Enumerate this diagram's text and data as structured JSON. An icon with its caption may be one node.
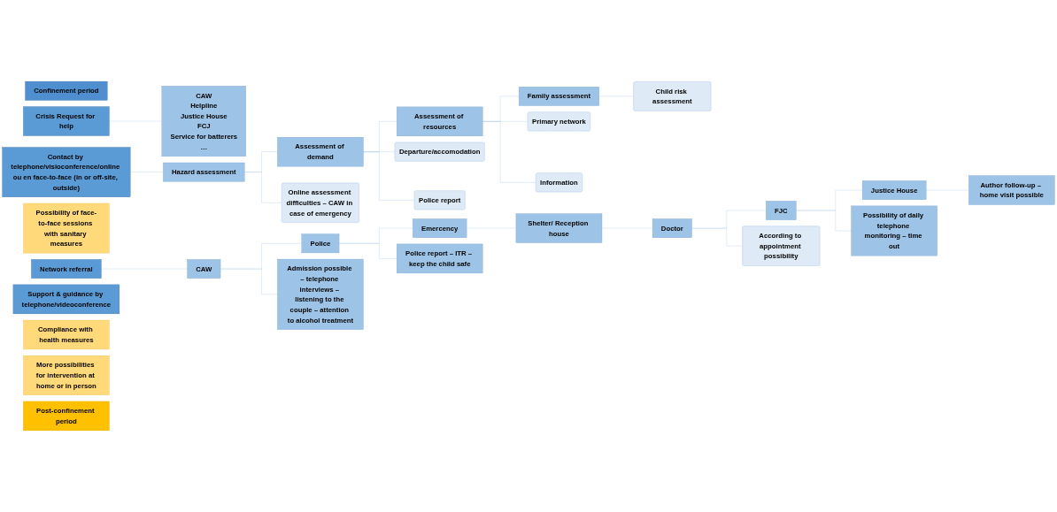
{
  "diagram": {
    "nodes": [
      {
        "text": [
          "Confinement period"
        ]
      },
      {
        "text": [
          "Crisis Request for help"
        ]
      },
      {
        "text": [
          "Contact by telephone/visioconference/online ou en face-to-face (in or off-site, outside)"
        ]
      },
      {
        "text": [
          "Network referral"
        ]
      },
      {
        "text": [
          "Support & guidance by telephone/videoconference"
        ]
      },
      {
        "text": [
          "CAW",
          "Helpline",
          "Justice House",
          "FCJ",
          "Service for batterers",
          "…"
        ]
      },
      {
        "text": [
          "Hazard assessment"
        ]
      },
      {
        "text": [
          "Online assessment difficulties – CAW in case of emergency"
        ]
      },
      {
        "text": [
          "Assessment of demand"
        ]
      },
      {
        "text": [
          "Police report"
        ]
      },
      {
        "text": [
          "Departure/accomodation"
        ]
      },
      {
        "text": [
          "Assessment of resources"
        ]
      },
      {
        "text": [
          "Primary network"
        ]
      },
      {
        "text": [
          "Information"
        ]
      },
      {
        "text": [
          "Family assessment"
        ]
      },
      {
        "text": [
          "Child risk assessment"
        ]
      },
      {
        "text": [
          "CAW"
        ]
      },
      {
        "text": [
          "Police"
        ]
      },
      {
        "text": [
          "Emercency"
        ]
      },
      {
        "text": [
          "Shelter/ Reception house"
        ]
      },
      {
        "text": [
          "Doctor"
        ]
      },
      {
        "text": [
          "According to appointment possibility"
        ]
      },
      {
        "text": [
          "FJC"
        ]
      },
      {
        "text": [
          "Justice House"
        ]
      },
      {
        "text": [
          "Admission possible – telephone interviews – listening to the couple – attention to alcohol treatment"
        ]
      },
      {
        "text": [
          "Police report – ITR – keep the child safe"
        ]
      },
      {
        "text": [
          "Possibility of daily telephone monitoring – time out"
        ]
      },
      {
        "text": [
          "Author follow-up – home visit possible"
        ]
      },
      {
        "text": [
          "Possibility of face-to-face sessions with sanitary measures"
        ]
      },
      {
        "text": [
          "Compliance with health measures"
        ]
      },
      {
        "text": [
          "More possibilities for intervention at home or in person"
        ]
      },
      {
        "text": [
          "Post-confinement period"
        ]
      }
    ],
    "edges": [
      {
        "from": 1,
        "to": 5,
        "arrow": "none"
      },
      {
        "from": 2,
        "to": 6,
        "arrow": "none"
      },
      {
        "from": 6,
        "to": 8,
        "arrow": "none"
      },
      {
        "from": 8,
        "to": 11,
        "arrow": "none"
      },
      {
        "from": 11,
        "to": 14,
        "arrow": "none"
      },
      {
        "from": 6,
        "to": 7,
        "arrow": "none"
      },
      {
        "from": 8,
        "to": 9,
        "arrow": "none"
      },
      {
        "from": 8,
        "to": 10,
        "arrow": "none"
      },
      {
        "from": 11,
        "to": 12,
        "arrow": "none"
      },
      {
        "from": 11,
        "to": 13,
        "arrow": "none"
      },
      {
        "from": 14,
        "to": 15,
        "arrow": "none"
      },
      {
        "from": 3,
        "to": 16,
        "arrow": "none"
      },
      {
        "from": 16,
        "to": 17,
        "arrow": "none"
      },
      {
        "from": 17,
        "to": 18,
        "arrow": "none"
      },
      {
        "from": 18,
        "to": 19,
        "arrow": "none"
      },
      {
        "from": 19,
        "to": 20,
        "arrow": "none"
      },
      {
        "from": 20,
        "to": 22,
        "arrow": "none"
      },
      {
        "from": 22,
        "to": 23,
        "arrow": "none"
      },
      {
        "from": 20,
        "to": 21,
        "arrow": "none"
      },
      {
        "from": 16,
        "to": 24,
        "arrow": "none"
      },
      {
        "from": 17,
        "to": 25,
        "arrow": "none"
      },
      {
        "from": 22,
        "to": 26,
        "arrow": "none"
      },
      {
        "from": 23,
        "to": 27,
        "arrow": "none"
      }
    ]
  }
}
